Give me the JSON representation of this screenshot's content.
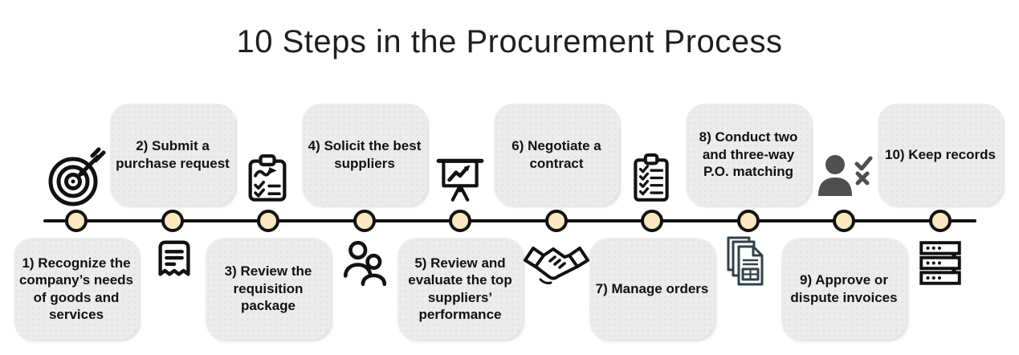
{
  "title": "10 Steps in the Procurement Process",
  "steps": [
    {
      "id": 1,
      "label": "1) Recognize the company’s needs of goods and services",
      "icon": "target-dart-icon",
      "box_position": "below-line"
    },
    {
      "id": 2,
      "label": "2) Submit a purchase request",
      "icon": "receipt-icon",
      "box_position": "above-line"
    },
    {
      "id": 3,
      "label": "3) Review the requisition package",
      "icon": "clipboard-chart-icon",
      "box_position": "below-line"
    },
    {
      "id": 4,
      "label": "4) Solicit the best suppliers",
      "icon": "people-icon",
      "box_position": "above-line"
    },
    {
      "id": 5,
      "label": "5) Review and evaluate the top suppliers’ performance",
      "icon": "presentation-chart-icon",
      "box_position": "below-line"
    },
    {
      "id": 6,
      "label": "6) Negotiate a contract",
      "icon": "handshake-icon",
      "box_position": "above-line"
    },
    {
      "id": 7,
      "label": "7) Manage orders",
      "icon": "clipboard-checklist-icon",
      "box_position": "below-line"
    },
    {
      "id": 8,
      "label": "8) Conduct two and three-way P.O. matching",
      "icon": "invoice-documents-icon",
      "box_position": "above-line"
    },
    {
      "id": 9,
      "label": "9) Approve or dispute invoices",
      "icon": "person-approve-reject-icon",
      "box_position": "below-line"
    },
    {
      "id": 10,
      "label": "10) Keep records",
      "icon": "server-records-icon",
      "box_position": "above-line"
    }
  ],
  "colors": {
    "background": "#ffffff",
    "timeline": "#111111",
    "node_fill": "#fae9be",
    "node_border": "#111111",
    "box_fill": "#ececec",
    "text": "#111111",
    "icon_default": "#111111",
    "icon_invoices": "#32404d",
    "icon_person": "#4f4f4f"
  }
}
